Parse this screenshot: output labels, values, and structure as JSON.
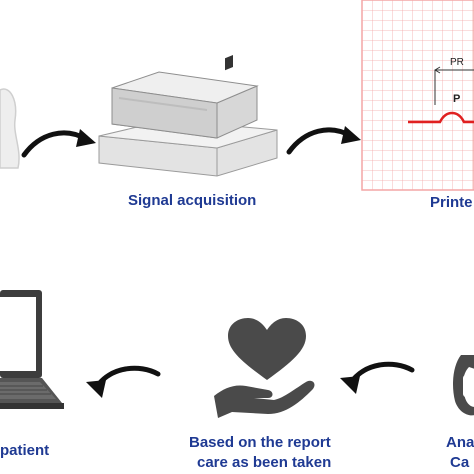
{
  "steps": {
    "signal_acquisition": {
      "label": "Signal acquisition"
    },
    "printed_report": {
      "label": "Printe"
    },
    "care_decision": {
      "line1": "Based on the report",
      "line2": "care as been taken"
    },
    "analysis": {
      "line1": "Ana",
      "line2": "Ca"
    },
    "patient": {
      "label": "patient"
    }
  },
  "ecg_labels": {
    "pr": "PR",
    "p": "P"
  },
  "colors": {
    "text": "#1f3a93",
    "ecg_grid": "#f4a6a6",
    "ecg_wave": "#e02020",
    "device": "#d9d9d9",
    "icon_dark": "#4a4a4a",
    "arrow": "#111111"
  },
  "icons": [
    "patient-figure-icon",
    "ecg-machine-icon",
    "ecg-paper-icon",
    "heart-hand-icon",
    "laptop-icon",
    "phone-icon",
    "curved-arrow-icon"
  ]
}
